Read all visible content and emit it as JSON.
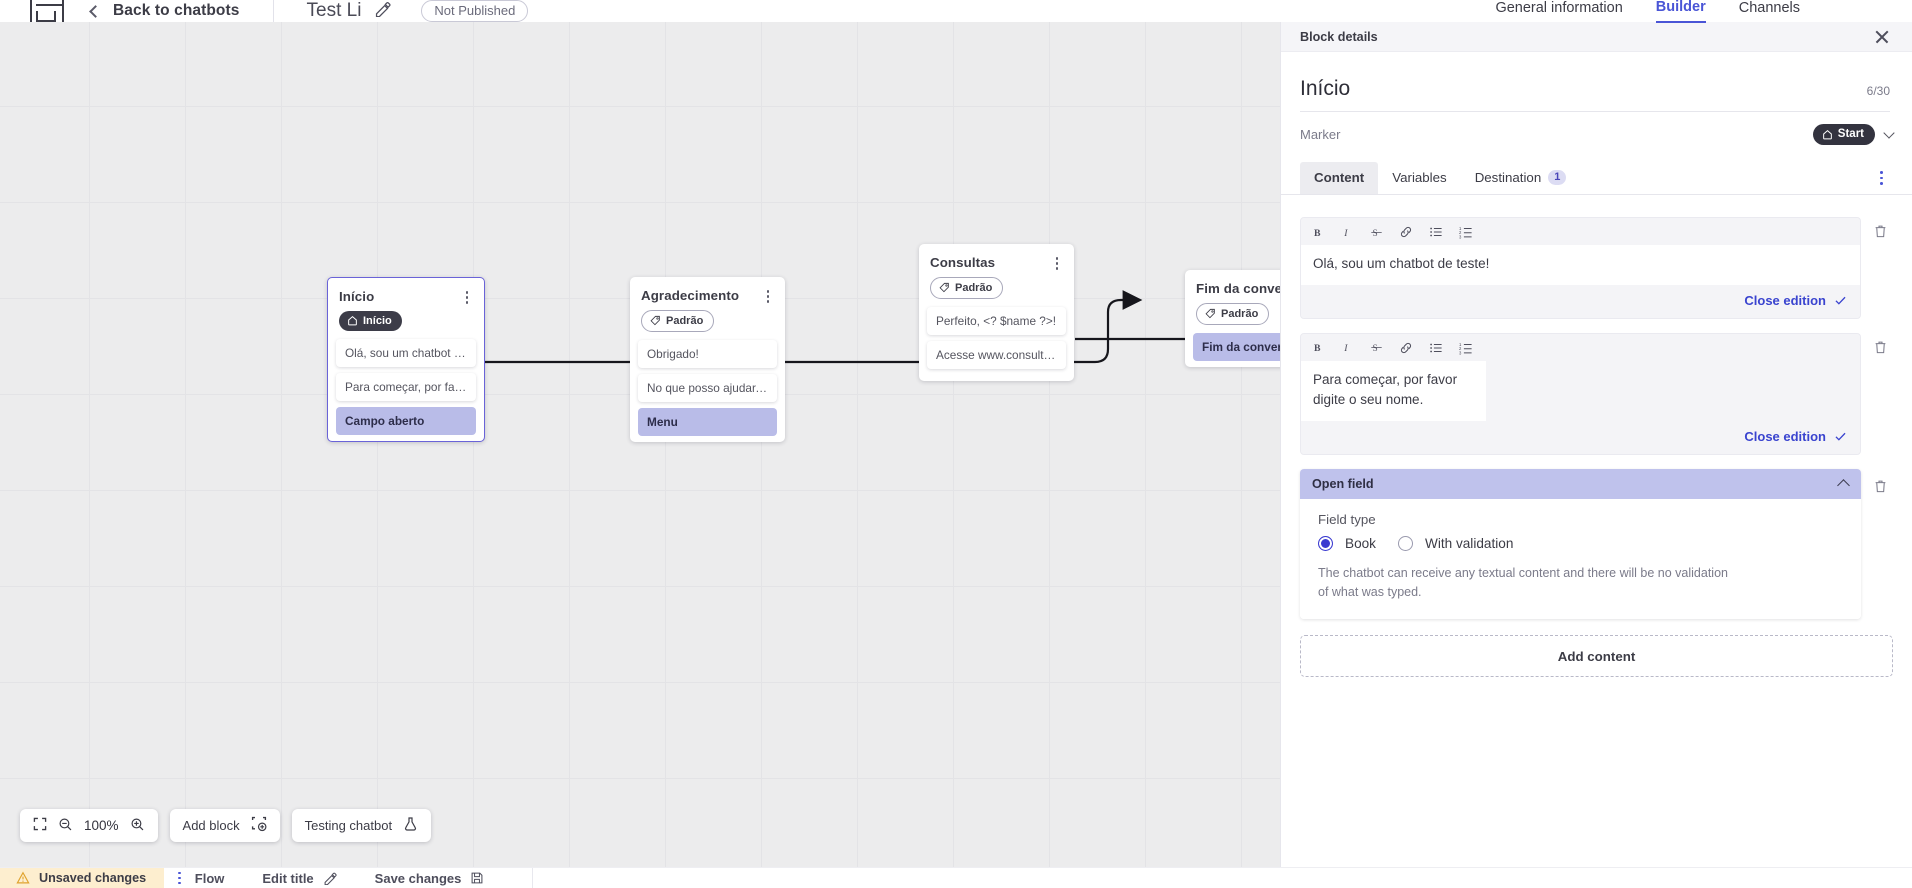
{
  "header": {
    "logo_icon": "app-logo-icon",
    "back_label": "Back to chatbots",
    "chatbot_title": "Test Li",
    "edit_icon": "pencil-icon",
    "status_pill": "Not Published",
    "tabs": [
      {
        "label": "General information",
        "active": false
      },
      {
        "label": "Builder",
        "active": true
      },
      {
        "label": "Channels",
        "active": false
      }
    ]
  },
  "canvas": {
    "zoom_level": "100%",
    "fit_icon": "fit-screen-icon",
    "zoom_out_icon": "zoom-out-icon",
    "zoom_in_icon": "zoom-in-icon",
    "add_block_label": "Add block",
    "add_block_icon": "add-block-icon",
    "testing_label": "Testing chatbot",
    "testing_icon": "flask-icon",
    "nodes": [
      {
        "id": "inicio",
        "title": "Início",
        "tag": "Início",
        "tag_style": "dark",
        "tag_icon": "home-icon",
        "selected": true,
        "messages": [
          {
            "text": "Olá, sou um chatbot de teste!",
            "highlight": false
          },
          {
            "text": "Para começar, por favor digite o ...",
            "highlight": false
          },
          {
            "text": "Campo aberto",
            "highlight": true
          }
        ]
      },
      {
        "id": "agradecimento",
        "title": "Agradecimento",
        "tag": "Padrão",
        "tag_style": "light",
        "tag_icon": "tag-icon",
        "selected": false,
        "messages": [
          {
            "text": "Obrigado!",
            "highlight": false
          },
          {
            "text": "No que posso ajudar, <? $name ...",
            "highlight": false
          },
          {
            "text": "Menu",
            "highlight": true
          }
        ]
      },
      {
        "id": "consultas",
        "title": "Consultas",
        "tag": "Padrão",
        "tag_style": "light",
        "tag_icon": "tag-icon",
        "selected": false,
        "messages": [
          {
            "text": "Perfeito, <? $name ?>!",
            "highlight": false
          },
          {
            "text": "Acesse www.consultas.com par...",
            "highlight": false
          }
        ]
      },
      {
        "id": "fim",
        "title": "Fim da conversa",
        "tag": "Padrão",
        "tag_style": "light",
        "tag_icon": "tag-icon",
        "selected": false,
        "messages": [
          {
            "text": "Fim da conversa",
            "highlight": true
          }
        ]
      }
    ]
  },
  "panel": {
    "bar_title": "Block details",
    "close_icon": "close-icon",
    "title": "Início",
    "char_count": "6/30",
    "marker_label": "Marker",
    "marker_chip": "Start",
    "marker_chip_icon": "home-icon",
    "marker_chevron_icon": "chevron-down-icon",
    "tabs": [
      {
        "label": "Content",
        "active": true,
        "badge": null
      },
      {
        "label": "Variables",
        "active": false,
        "badge": null
      },
      {
        "label": "Destination",
        "active": false,
        "badge": "1"
      }
    ],
    "more_icon": "kebab-menu-icon",
    "toolbar_icons": [
      "bold-icon",
      "italic-icon",
      "strikethrough-icon",
      "link-icon",
      "bullet-list-icon",
      "numbered-list-icon"
    ],
    "toolbar_glyphs": [
      "B",
      "I",
      "S",
      "🔗",
      "☰",
      "☷"
    ],
    "editors": [
      {
        "text": "Olá, sou um chatbot de teste!",
        "close_label": "Close edition",
        "delete_icon": "trash-icon"
      },
      {
        "text": "Para começar, por favor digite o seu nome.",
        "close_label": "Close edition",
        "delete_icon": "trash-icon"
      }
    ],
    "open_field": {
      "header": "Open field",
      "collapse_icon": "chevron-up-icon",
      "delete_icon": "trash-icon",
      "field_type_label": "Field type",
      "options": [
        {
          "label": "Book",
          "selected": true
        },
        {
          "label": "With validation",
          "selected": false
        }
      ],
      "description": "The chatbot can receive any textual content and there will be no validation of what was typed."
    },
    "add_content_label": "Add content"
  },
  "statusbar": {
    "unsaved_label": "Unsaved changes",
    "warning_icon": "warning-icon",
    "kebab_icon": "kebab-menu-icon",
    "flow_label": "Flow",
    "edit_title_label": "Edit title",
    "edit_title_icon": "pencil-icon",
    "save_label": "Save changes",
    "save_icon": "save-disk-icon"
  },
  "colors": {
    "accent": "#4a55d6",
    "highlight": "#b9bce8",
    "warning_bg": "#fdeecf",
    "panel_header_bg": "#f5f5f8"
  }
}
